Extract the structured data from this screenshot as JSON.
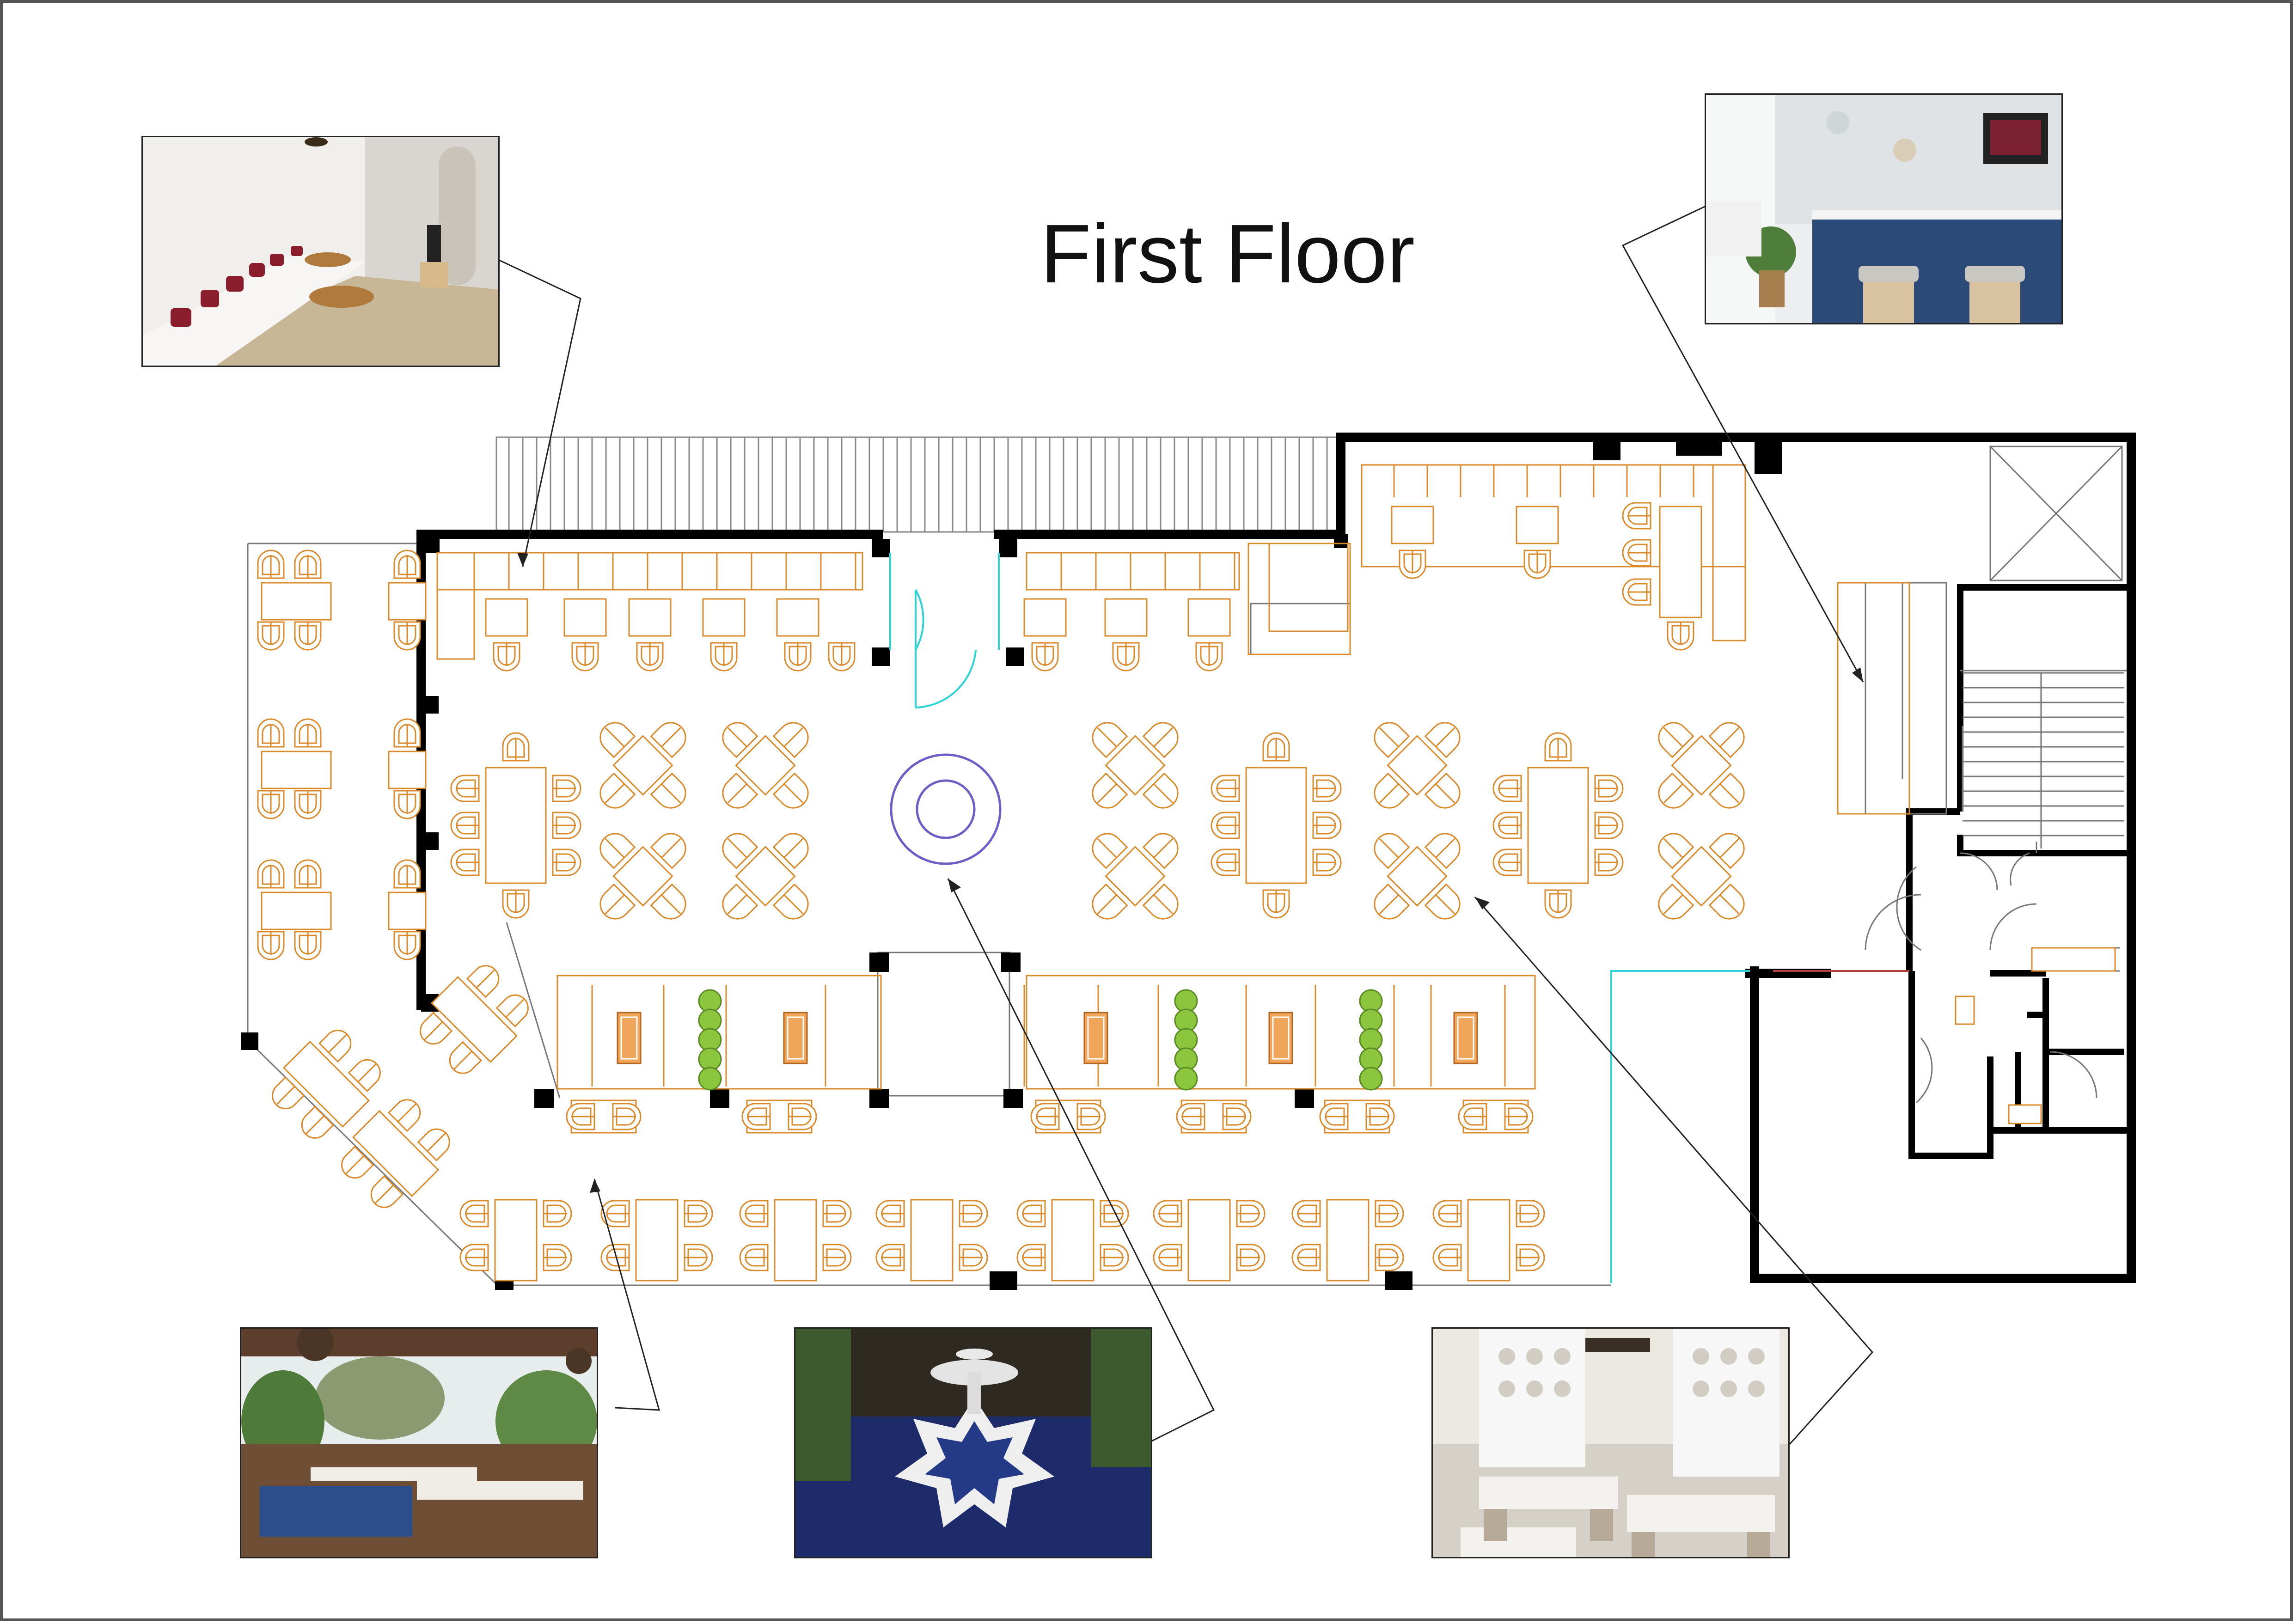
{
  "title": "First Floor",
  "colors": {
    "wall": "#000000",
    "furniture": "#d98a2b",
    "fountain": "#6b5fc7",
    "glass": "#2fd3d3",
    "linework": "#555555",
    "planter": "#8cc63f"
  },
  "photos": [
    {
      "name": "lounge-seating-photo",
      "icon": "moroccan-lounge"
    },
    {
      "name": "bar-counter-photo",
      "icon": "tiled-bar"
    },
    {
      "name": "terrace-dining-photo",
      "icon": "pergola-terrace"
    },
    {
      "name": "star-fountain-photo",
      "icon": "star-fountain"
    },
    {
      "name": "main-dining-photo",
      "icon": "screen-dining"
    }
  ]
}
